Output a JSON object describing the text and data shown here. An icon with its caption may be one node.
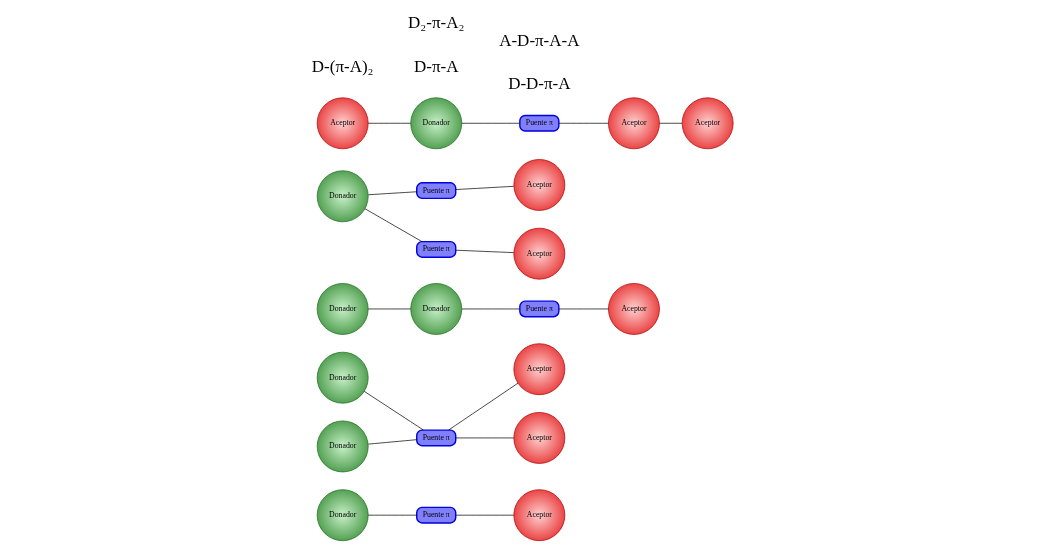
{
  "diagram": {
    "nodes": [
      {
        "text": [
          "Donador"
        ]
      },
      {
        "text": [
          "Puente π"
        ]
      },
      {
        "text": [
          "Aceptor"
        ]
      },
      {
        "text": [
          "Donador"
        ]
      },
      {
        "text": [
          "Aceptor"
        ]
      },
      {
        "text": [
          "Puente π"
        ]
      },
      {
        "text": [
          "Donador"
        ]
      },
      {
        "text": [
          "Aceptor"
        ]
      },
      {
        "text": [
          "Donador"
        ]
      },
      {
        "text": [
          "Donador"
        ]
      },
      {
        "text": [
          "Puente π"
        ]
      },
      {
        "text": [
          "Aceptor"
        ]
      },
      {
        "text": [
          "Puente π"
        ]
      },
      {
        "text": [
          "Aceptor"
        ]
      },
      {
        "text": [
          "Donador"
        ]
      },
      {
        "text": [
          "Puente π"
        ]
      },
      {
        "text": [
          "Aceptor"
        ]
      },
      {
        "text": [
          "Aceptor"
        ]
      },
      {
        "text": [
          "Donador"
        ]
      },
      {
        "text": [
          "Puente π"
        ]
      },
      {
        "text": [
          "Aceptor"
        ]
      },
      {
        "text": [
          "Aceptor"
        ]
      }
    ],
    "edges": [
      {
        "from": 0,
        "to": 1,
        "arrow": "none"
      },
      {
        "from": 1,
        "to": 2,
        "arrow": "none"
      },
      {
        "from": 3,
        "to": 5,
        "arrow": "none"
      },
      {
        "from": 5,
        "to": 4,
        "arrow": "none"
      },
      {
        "from": 6,
        "to": 5,
        "arrow": "none"
      },
      {
        "from": 5,
        "to": 7,
        "arrow": "none"
      },
      {
        "from": 8,
        "to": 9,
        "arrow": "none"
      },
      {
        "from": 9,
        "to": 10,
        "arrow": "none"
      },
      {
        "from": 10,
        "to": 11,
        "arrow": "none"
      },
      {
        "from": 14,
        "to": 12,
        "arrow": "none"
      },
      {
        "from": 12,
        "to": 13,
        "arrow": "none"
      },
      {
        "from": 14,
        "to": 15,
        "arrow": "none"
      },
      {
        "from": 15,
        "to": 16,
        "arrow": "none"
      },
      {
        "from": 17,
        "to": 18,
        "arrow": "none"
      },
      {
        "from": 18,
        "to": 19,
        "arrow": "none"
      },
      {
        "from": 19,
        "to": 20,
        "arrow": "none"
      },
      {
        "from": 20,
        "to": 21,
        "arrow": "none"
      }
    ],
    "labels": [
      "D-π-A",
      "D₂-π-A₂",
      "D-D-π-A",
      "D-(π-A)₂",
      "A-D-π-A-A"
    ]
  }
}
